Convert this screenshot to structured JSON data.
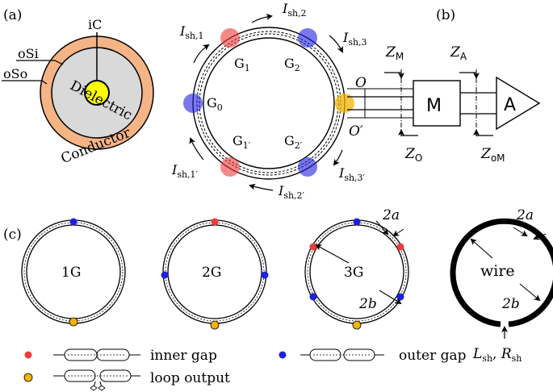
{
  "panels": {
    "a": "(a)",
    "b": "(b)",
    "c": "(c)"
  },
  "cable": {
    "inner_conductor": "iC",
    "outer_shield_inner": "oSi",
    "outer_shield_outer": "oSo",
    "dielectric": "Dielectric",
    "conductor": "Conductor"
  },
  "loop_labels": {
    "currents": [
      {
        "base": "I",
        "sub": "sh,1"
      },
      {
        "base": "I",
        "sub": "sh,2"
      },
      {
        "base": "I",
        "sub": "sh,3"
      },
      {
        "base": "I",
        "sub": "sh,1′"
      },
      {
        "base": "I",
        "sub": "sh,2′"
      },
      {
        "base": "I",
        "sub": "sh,3′"
      }
    ],
    "gaps": [
      {
        "base": "G",
        "sub": "1"
      },
      {
        "base": "G",
        "sub": "2"
      },
      {
        "base": "G",
        "sub": "0"
      },
      {
        "base": "G",
        "sub": "1′"
      },
      {
        "base": "G",
        "sub": "2′"
      }
    ],
    "port_O": "O",
    "port_O_prime": "O′"
  },
  "chain": {
    "z_m": {
      "base": "Z",
      "sub": "M"
    },
    "z_a": {
      "base": "Z",
      "sub": "A"
    },
    "z_o": {
      "base": "Z",
      "sub": "O"
    },
    "z_om": {
      "base": "Z",
      "sub": "oM"
    },
    "block_m": "M",
    "block_a": "A"
  },
  "variants": {
    "one": "1G",
    "two": "2G",
    "three": "3G",
    "wire": "wire",
    "dim_2a": "2a",
    "dim_2b": "2b",
    "L_sh": {
      "base": "L",
      "sub": "sh"
    },
    "R_sh": {
      "base": "R",
      "sub": "sh"
    }
  },
  "legend": {
    "inner_gap": "inner gap",
    "outer_gap": "outer gap",
    "loop_output": "loop output"
  },
  "colors": {
    "inner_gap": "#ee3b3b",
    "outer_gap": "#1f1fe0",
    "loop_output": "#f2b400",
    "conductor": "#f5b486",
    "dielectric": "#d9d9d9",
    "inner_core": "#ffff00",
    "conductor_text": "#f5a87a"
  }
}
